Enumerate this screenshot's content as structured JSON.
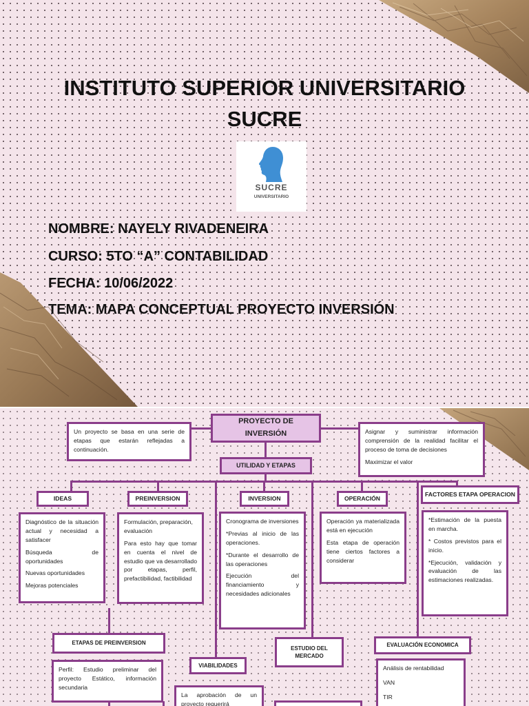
{
  "slide1": {
    "title_line1": "INSTITUTO SUPERIOR UNIVERSITARIO",
    "title_line2": "SUCRE",
    "logo_name": "SUCRE",
    "logo_sub": "UNIVERSITARIO",
    "info": [
      "NOMBRE: NAYELY RIVADENEIRA",
      "CURSO: 5TO “A” CONTABILIDAD",
      "FECHA: 10/06/2022",
      "TEMA: MAPA CONCEPTUAL PROYECTO INVERSIÓN"
    ]
  },
  "map": {
    "root_line1": "PROYECTO DE",
    "root_line2": "INVERSIÓN",
    "utilidad": "UTILIDAD Y ETAPAS",
    "left_note": "Un proyecto se basa en una serie de etapas que estarán reflejadas a continuación.",
    "right_note": [
      "Asignar y suministrar información comprensión de la realidad facilitar el proceso de toma de decisiones",
      "Maximizar el valor"
    ],
    "categories": [
      {
        "header": "IDEAS",
        "items": [
          "Diagnóstico de la situación actual y necesidad a satisfacer",
          "Búsqueda de oportunidades",
          "Nuevas oportunidades",
          "Mejoras potenciales"
        ]
      },
      {
        "header": "PREINVERSION",
        "items": [
          "Formulación, preparación, evaluación",
          "Para esto hay que tomar en cuenta el nivel de estudio que va desarrollado por etapas, perfil, prefactibilidad, factibilidad"
        ]
      },
      {
        "header": "INVERSION",
        "items": [
          "Cronograma de inversiones",
          "*Previas al inicio de las operaciones.",
          "*Durante el desarrollo de las operaciones",
          "Ejecución del financiamiento y necesidades adicionales"
        ]
      },
      {
        "header": "OPERACIÓN",
        "items": [
          "Operación ya materializada está en ejecución",
          "Esta etapa de operación tiene ciertos factores a considerar"
        ]
      },
      {
        "header": "FACTORES ETAPA OPERACION",
        "items": [
          "*Estimación de la puesta en marcha.",
          "* Costos previstos para el inicio.",
          "*Ejecución, validación y evaluación de las estimaciones realizadas."
        ]
      }
    ],
    "etapas_header": "ETAPAS DE PREINVERSION",
    "etapas_text": "Perfil: Estudio preliminar del proyecto Estático, información secundaria",
    "viabilidades_header": "VIABILIDADES",
    "viabilidades_text": "La aprobación de un proyecto requerirá",
    "estudio_line1": "ESTUDIO DEL",
    "estudio_line2": "MERCADO",
    "evaluacion_header": "EVALUACIÓN ECONOMICA",
    "evaluacion_items": [
      "Análisis de rentabilidad",
      "VAN",
      "TIR"
    ]
  }
}
